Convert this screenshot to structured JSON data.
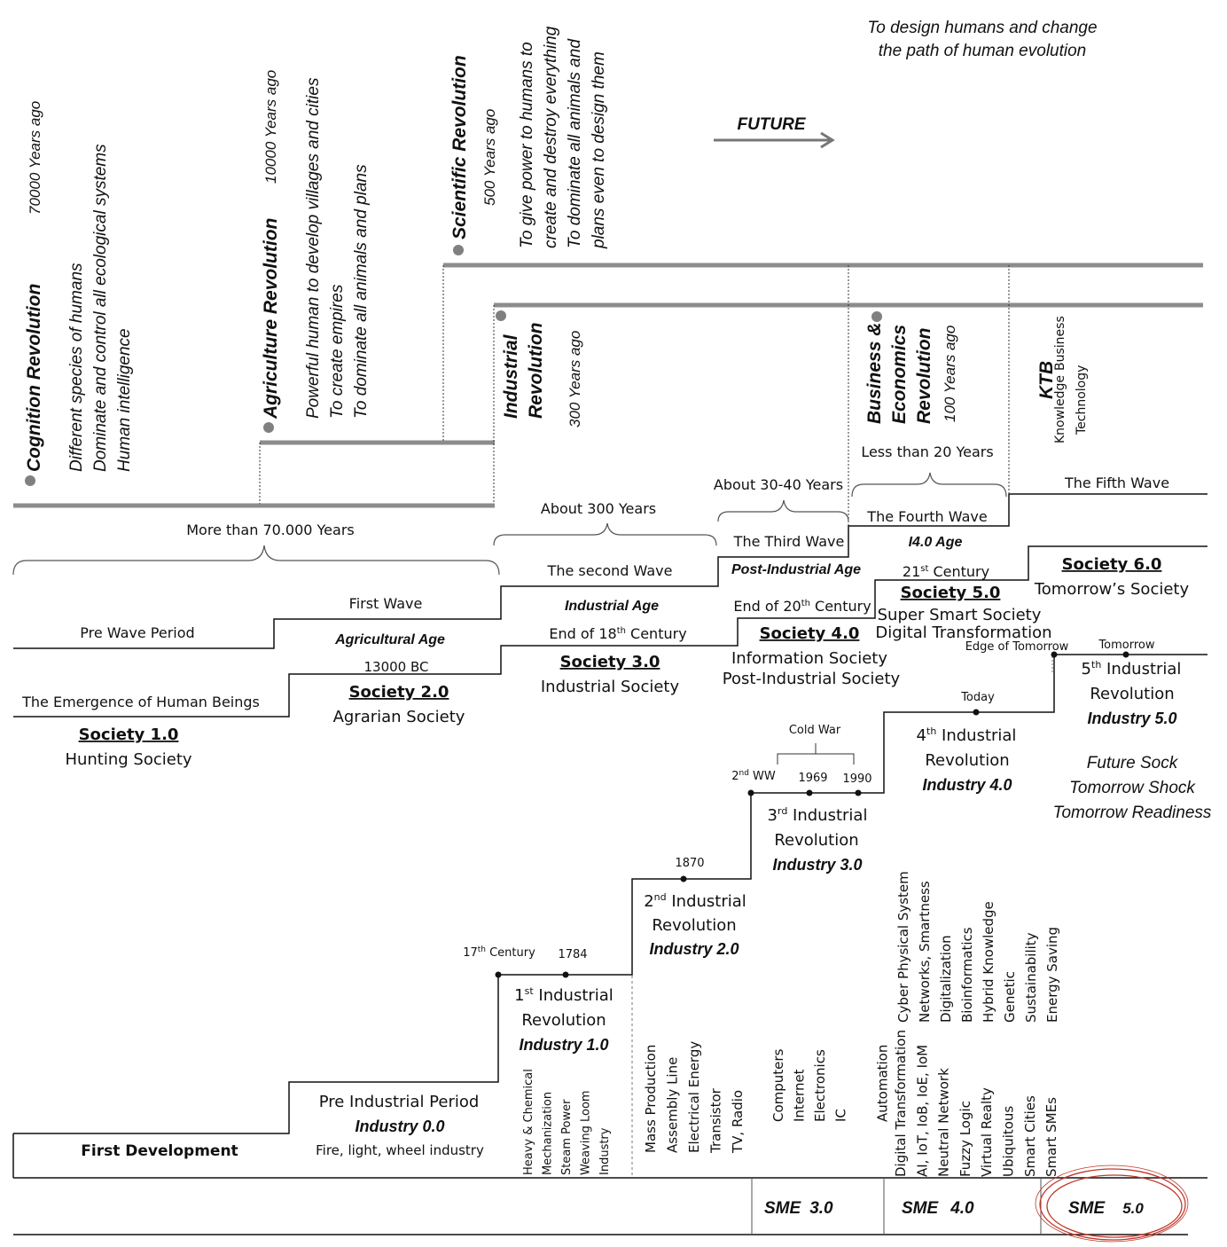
{
  "colors": {
    "thick_line": "#8c8c8c",
    "line": "#111111",
    "dot": "#808080",
    "sme_circle": "#c0392b"
  },
  "top_note": [
    "To design humans and change",
    "the path of human evolution"
  ],
  "future": "FUTURE",
  "revolutions": {
    "cognition": {
      "title": "Cognition Revolution",
      "ago": "70000 Years ago",
      "desc": [
        "Different species of humans",
        "Dominate and control all ecological systems",
        "Human intelligence"
      ]
    },
    "agriculture": {
      "title": "Agriculture Revolution",
      "ago": "10000   Years ago",
      "desc": [
        "Powerful human to develop villages and cities",
        "To create empires",
        "To dominate all animals and plans"
      ]
    },
    "scientific": {
      "title": "Scientific Revolution",
      "ago": "500  Years ago",
      "desc": [
        "To give power to humans to",
        "create and destroy everything",
        "To dominate all animals and",
        "plans even to design them"
      ]
    },
    "industrial": {
      "title": [
        "Industrial",
        "Revolution"
      ],
      "ago": "300 Years ago"
    },
    "business": {
      "title": [
        "Business &",
        "Economics",
        "Revolution"
      ],
      "ago": "100 Years ago"
    },
    "ktb": {
      "title": "KTB",
      "words": [
        "Knowledge",
        "Business",
        "Technology"
      ]
    }
  },
  "periods": {
    "p70000": "More than 70.000 Years",
    "p300": "About 300 Years",
    "p3040": "About 30-40 Years",
    "p20": "Less than 20 Years"
  },
  "waves": {
    "pre": "Pre Wave Period",
    "first": "First Wave",
    "first_age": "Agricultural Age",
    "second": "The second Wave",
    "second_age": "Industrial Age",
    "third": "The Third Wave",
    "third_age": "Post-Industrial Age",
    "fourth": "The Fourth Wave",
    "fourth_age": "I4.0 Age",
    "fifth": "The Fifth Wave"
  },
  "societies": {
    "s1": {
      "step": "The Emergence of Human Beings",
      "name": "Society 1.0",
      "sub": "Hunting Society"
    },
    "s2": {
      "step": "13000 BC",
      "name": "Society 2.0",
      "sub": "Agrarian Society"
    },
    "s3": {
      "step_pre": "End of 18",
      "sup": "th",
      "step_post": " Century",
      "name": "Society 3.0",
      "sub": "Industrial Society"
    },
    "s4": {
      "step_pre": "End of 20",
      "sup": "th",
      "step_post": " Century",
      "name": "Society 4.0",
      "sub": [
        "Information Society",
        "Post-Industrial Society"
      ]
    },
    "s5": {
      "step_pre": "21",
      "sup": "st",
      "step_post": " Century",
      "name": "Society 5.0",
      "sub": [
        "Super Smart Society",
        "Digital Transformation"
      ]
    },
    "s6": {
      "name": "Society 6.0",
      "sub": "Tomorrow’s Society"
    }
  },
  "industry": {
    "i0": {
      "l1": "Pre Industrial Period",
      "l2": "Industry 0.0",
      "l3": "Fire, light, wheel industry"
    },
    "i1": {
      "l1a": "1",
      "sup": "st",
      "l1b": " Industrial",
      "l2": "Revolution",
      "l3": "Industry 1.0"
    },
    "i2": {
      "l1a": "2",
      "sup": "nd",
      "l1b": "  Industrial",
      "l2": "Revolution",
      "l3": "Industry 2.0"
    },
    "i3": {
      "l1a": "3",
      "sup": "rd",
      "l1b": "  Industrial",
      "l2": "Revolution",
      "l3": "Industry 3.0"
    },
    "i4": {
      "l1a": "4",
      "sup": "th",
      "l1b": "    Industrial",
      "l2": "Revolution",
      "l3": "Industry 4.0"
    },
    "i5": {
      "l1a": "5",
      "sup": "th",
      "l1b": "   Industrial",
      "l2": "Revolution",
      "l3": "Industry 5.0"
    }
  },
  "first_development": "First Development",
  "timeline": {
    "c17": "17",
    "c17sup": "th",
    "c17post": " Century",
    "y1784": "1784",
    "y1870": "1870",
    "ww2": "2",
    "ww2sup": "nd",
    "ww2post": " WW",
    "y1969": "1969",
    "y1990": "1990",
    "cold_war": "Cold War",
    "today": "Today",
    "edge": "Edge of Tomorrow",
    "tomorrow": "Tomorrow"
  },
  "future_shock": [
    "Future Sock",
    "Tomorrow Shock",
    "Tomorrow Readiness"
  ],
  "tech": {
    "ind1": [
      "Heavy & Chemical",
      "Mechanization",
      "Steam Power",
      "Weaving Loom",
      "Industry"
    ],
    "ind2": [
      "Mass Production",
      "Assembly Line",
      "Electrical Energy",
      "Transistor",
      "TV, Radio"
    ],
    "ind3": [
      "Computers",
      "Internet",
      "Electronics",
      "IC",
      "",
      "Automation"
    ],
    "ind4_upper": [
      "Cyber Physical System",
      "Networks, Smartness",
      "Digitalization",
      "Bioinformatics",
      "Hybrid Knowledge",
      "Genetic",
      "Sustainability",
      "Energy Saving"
    ],
    "ind4_lower": [
      "Digital Transformation",
      "AI, IoT, IoB, IoE, IoM",
      "Neutral Network",
      "Fuzzy Logic",
      "Virtual Realty",
      "Ubiquitous",
      "Smart Cities",
      "Smart SMEs"
    ]
  },
  "sme": {
    "s3a": "SME",
    "s3b": "3.0",
    "s4a": "SME",
    "s4b": "4.0",
    "s5a": "SME",
    "s5b": "5.0"
  }
}
